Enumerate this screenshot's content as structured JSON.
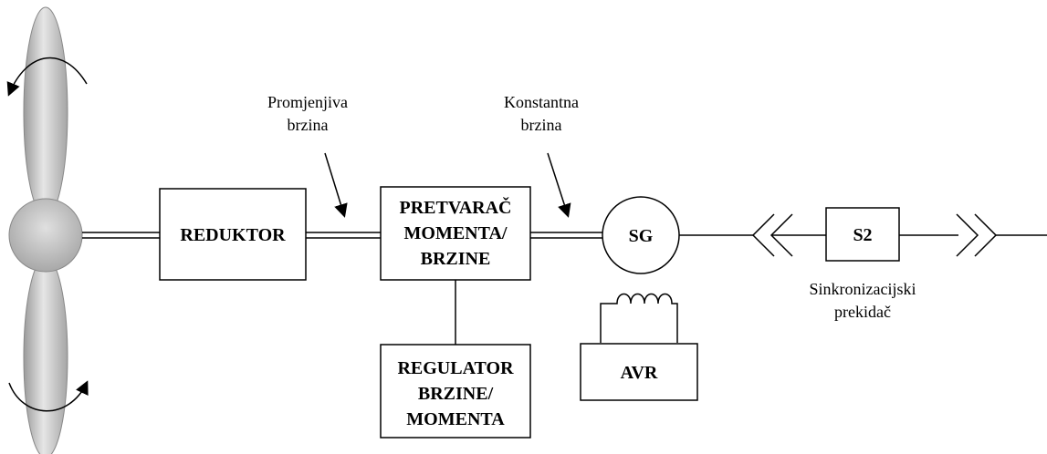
{
  "blocks": {
    "reduktor": "REDUKTOR",
    "converter": [
      "PRETVARAČ",
      "MOMENTA/",
      "BRZINE"
    ],
    "regulator": [
      "REGULATOR",
      "BRZINE/",
      "MOMENTA"
    ],
    "sg": "SG",
    "avr": "AVR",
    "s2": "S2"
  },
  "annotations": {
    "variable_speed": [
      "Promjenjiva",
      "brzina"
    ],
    "constant_speed": [
      "Konstantna",
      "brzina"
    ],
    "breaker": [
      "Sinkronizacijski",
      "prekidač"
    ]
  }
}
